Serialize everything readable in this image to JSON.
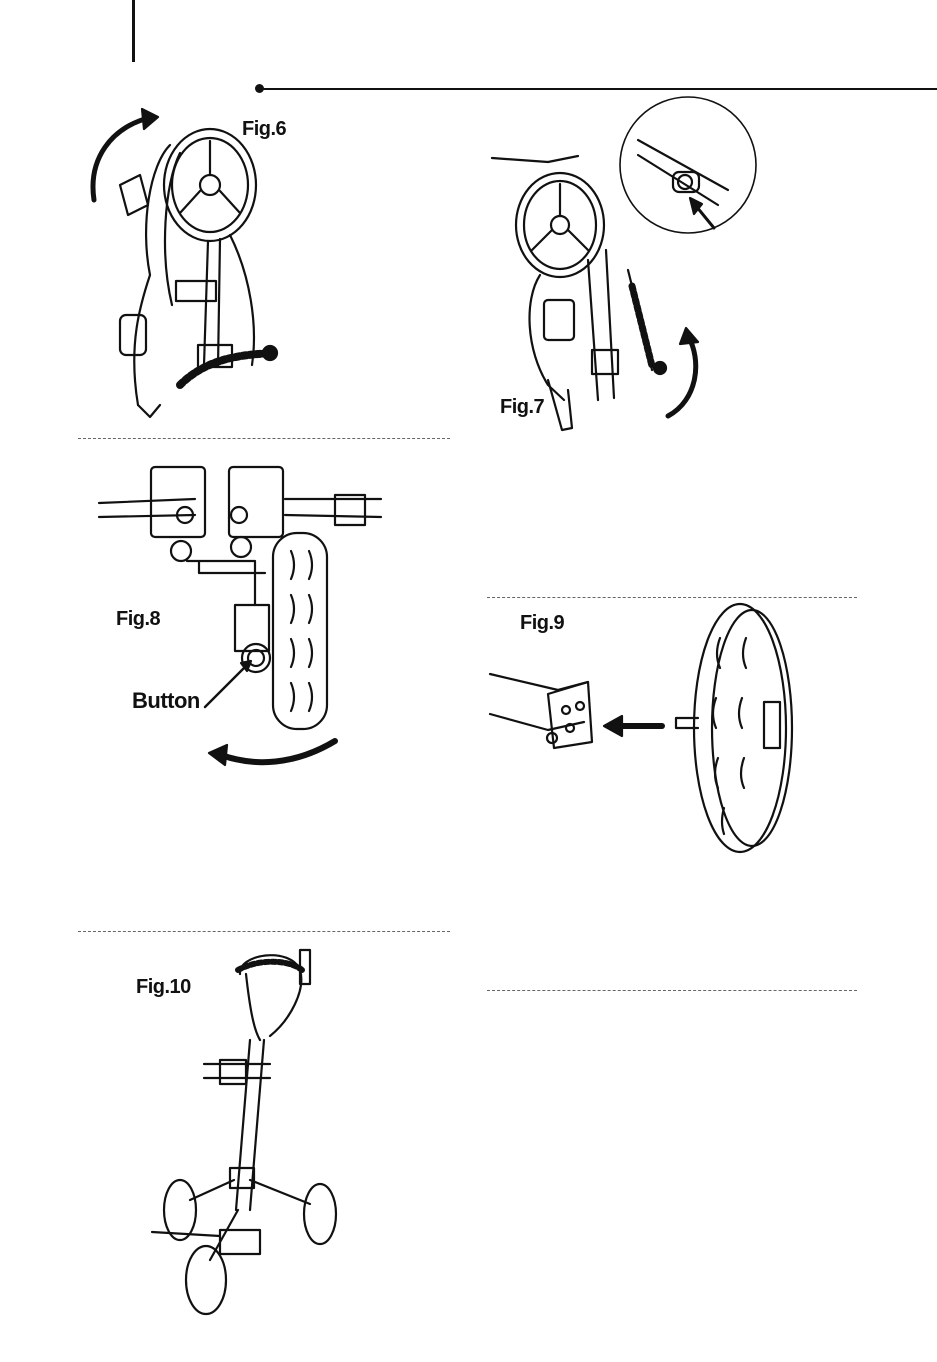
{
  "figures": {
    "fig6": {
      "label": "Fig.6"
    },
    "fig7": {
      "label": "Fig.7"
    },
    "fig8": {
      "label": "Fig.8",
      "callout": "Button"
    },
    "fig9": {
      "label": "Fig.9"
    },
    "fig10": {
      "label": "Fig.10"
    }
  },
  "colors": {
    "line": "#111111",
    "dash": "#666666"
  }
}
